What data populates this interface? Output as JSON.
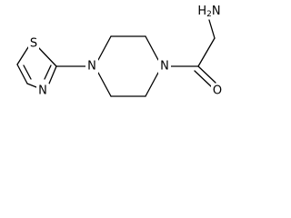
{
  "molecule": {
    "atoms": {
      "amine_n": "H2N",
      "thiazole_s": "S",
      "thiazole_n": "N",
      "piperazine_n_left": "N",
      "piperazine_n_right": "N",
      "carbonyl_o": "O"
    }
  },
  "colors": {
    "bond": "#000000",
    "background": "#ffffff"
  }
}
